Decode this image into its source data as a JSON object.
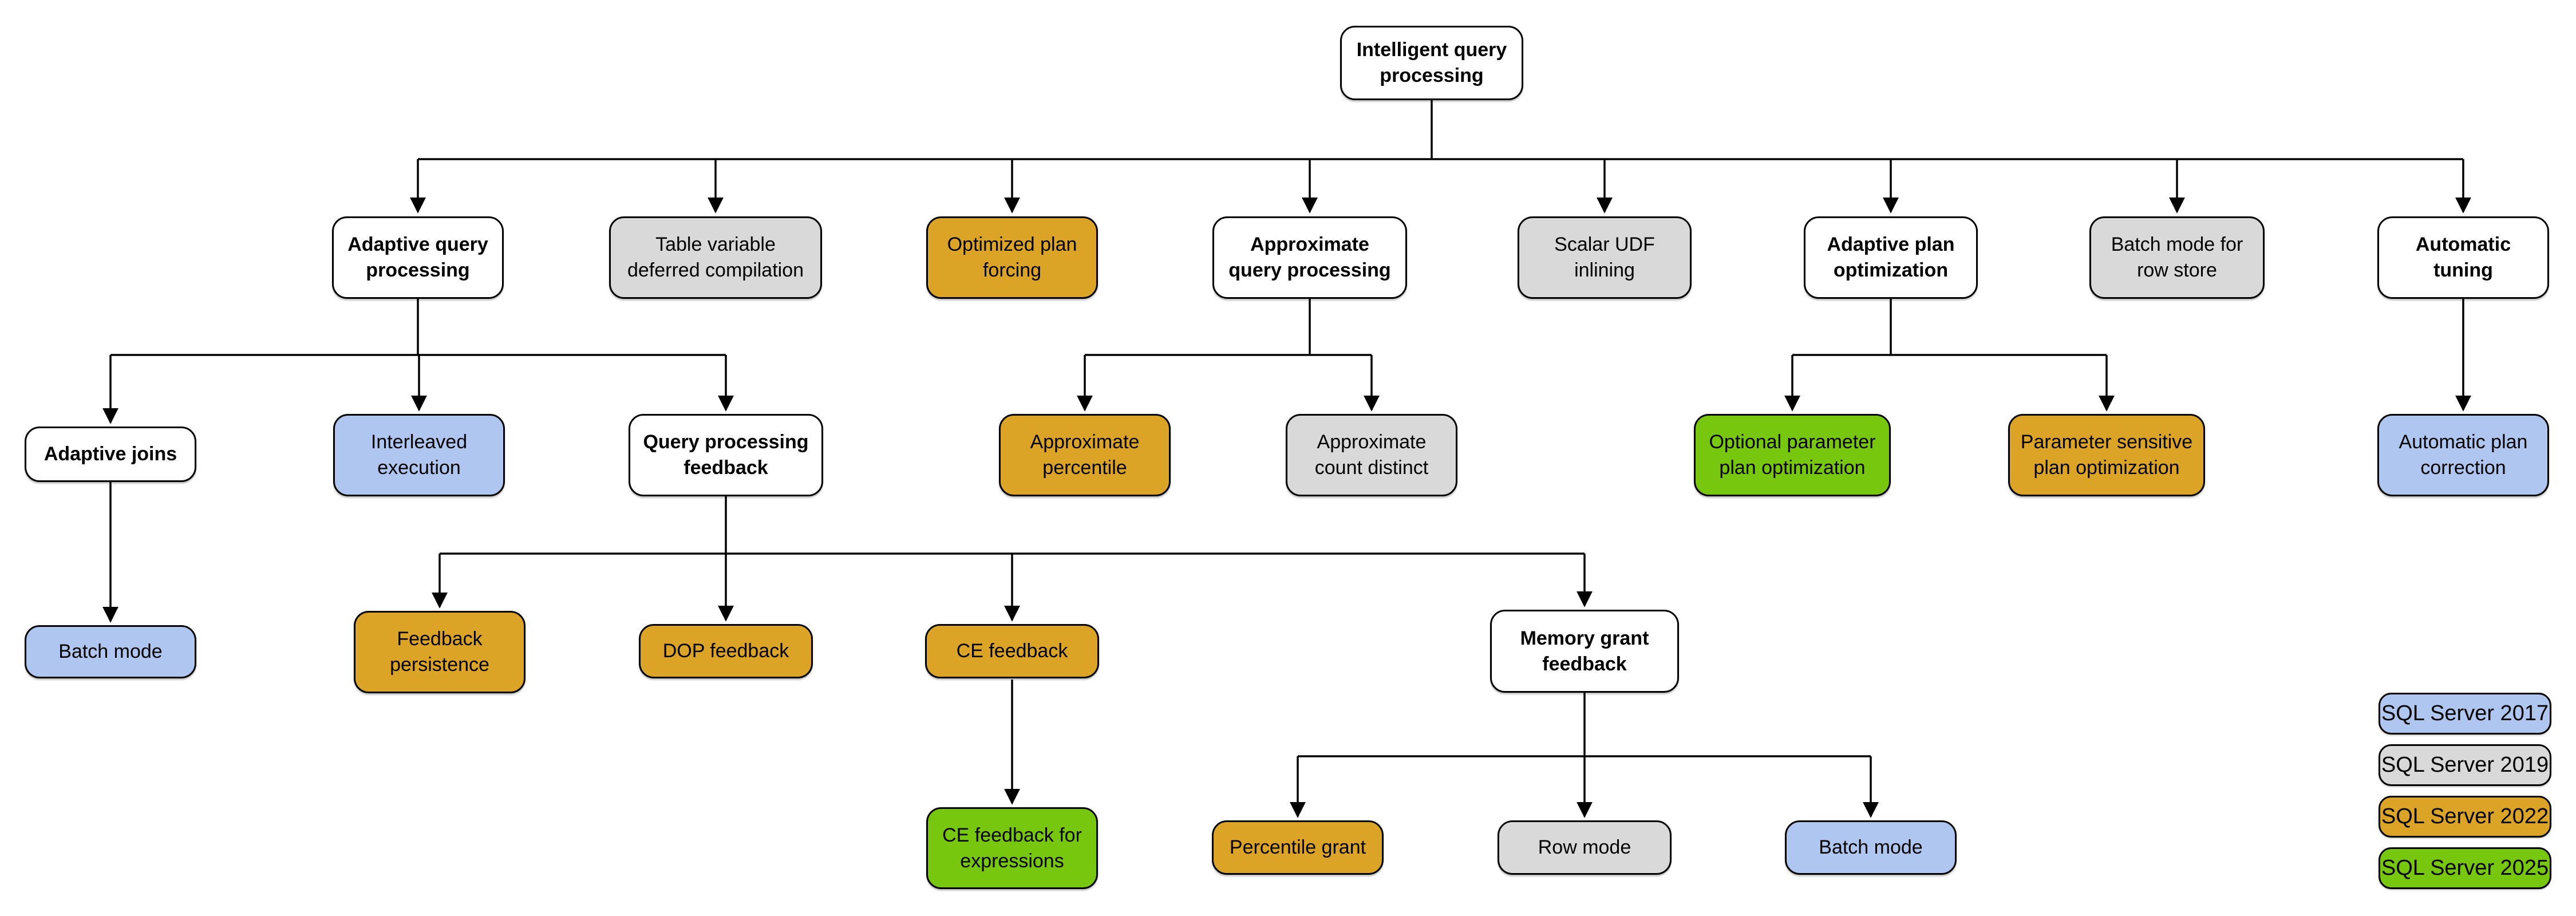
{
  "diagram_title": "Intelligent query processing",
  "colors": {
    "default": "#ffffff",
    "sql2017": "#aec6f0",
    "sql2019": "#d9d9d9",
    "sql2022": "#dba427",
    "sql2025": "#76c70e"
  },
  "nodes": [
    {
      "label": "Intelligent query\nprocessing",
      "version": "default"
    },
    {
      "label": "Adaptive query\nprocessing",
      "version": "default"
    },
    {
      "label": "Table variable\ndeferred compilation",
      "version": "sql2019"
    },
    {
      "label": "Optimized plan\nforcing",
      "version": "sql2022"
    },
    {
      "label": "Approximate\nquery processing",
      "version": "default"
    },
    {
      "label": "Scalar UDF\ninlining",
      "version": "sql2019"
    },
    {
      "label": "Adaptive plan\noptimization",
      "version": "default"
    },
    {
      "label": "Batch mode for\nrow store",
      "version": "sql2019"
    },
    {
      "label": "Automatic\ntuning",
      "version": "default"
    },
    {
      "label": "Adaptive joins",
      "version": "default"
    },
    {
      "label": "Interleaved\nexecution",
      "version": "sql2017"
    },
    {
      "label": "Query processing\nfeedback",
      "version": "default"
    },
    {
      "label": "Approximate\npercentile",
      "version": "sql2022"
    },
    {
      "label": "Approximate\ncount distinct",
      "version": "sql2019"
    },
    {
      "label": "Optional parameter\nplan optimization",
      "version": "sql2025"
    },
    {
      "label": "Parameter sensitive\nplan optimization",
      "version": "sql2022"
    },
    {
      "label": "Automatic plan\ncorrection",
      "version": "sql2017"
    },
    {
      "label": "Batch mode",
      "version": "sql2017"
    },
    {
      "label": "Feedback\npersistence",
      "version": "sql2022"
    },
    {
      "label": "DOP feedback",
      "version": "sql2022"
    },
    {
      "label": "CE feedback",
      "version": "sql2022"
    },
    {
      "label": "Memory grant\nfeedback",
      "version": "default"
    },
    {
      "label": "CE feedback for\nexpressions",
      "version": "sql2025"
    },
    {
      "label": "Percentile grant",
      "version": "sql2022"
    },
    {
      "label": "Row mode",
      "version": "sql2019"
    },
    {
      "label": "Batch mode",
      "version": "sql2017"
    }
  ],
  "legend": [
    {
      "label": "SQL Server 2017",
      "version": "sql2017"
    },
    {
      "label": "SQL Server 2019",
      "version": "sql2019"
    },
    {
      "label": "SQL Server 2022",
      "version": "sql2022"
    },
    {
      "label": "SQL Server 2025",
      "version": "sql2025"
    }
  ]
}
